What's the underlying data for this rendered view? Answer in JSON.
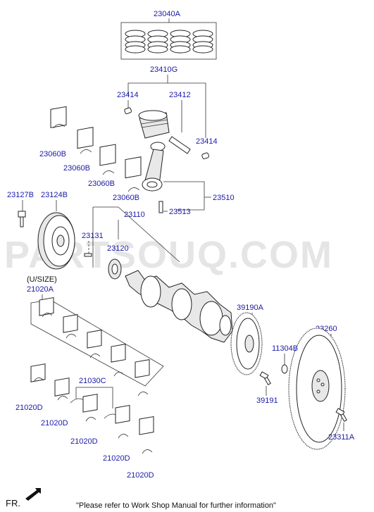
{
  "labels": {
    "l23040A": "23040A",
    "l23410G": "23410G",
    "l23414a": "23414",
    "l23412": "23412",
    "l23414b": "23414",
    "l23060B1": "23060B",
    "l23060B2": "23060B",
    "l23060B3": "23060B",
    "l23060B4": "23060B",
    "l23510": "23510",
    "l23513": "23513",
    "l23127B": "23127B",
    "l23124B": "23124B",
    "l23110": "23110",
    "l23131": "23131",
    "l23120": "23120",
    "usize": "(U/SIZE)",
    "l21020A": "21020A",
    "l39190A": "39190A",
    "l23260": "23260",
    "l11304B": "11304B",
    "l21030C": "21030C",
    "l39191": "39191",
    "l21020D1": "21020D",
    "l21020D2": "21020D",
    "l21020D3": "21020D",
    "l21020D4": "21020D",
    "l21020D5": "21020D",
    "l23311A": "23311A"
  },
  "footer": {
    "fr": "FR.",
    "note": "\"Please refer to Work Shop Manual for further information\""
  },
  "watermark": "PARTSOUQ.COM",
  "colors": {
    "label": "#1a1aa8",
    "line": "#333333"
  }
}
